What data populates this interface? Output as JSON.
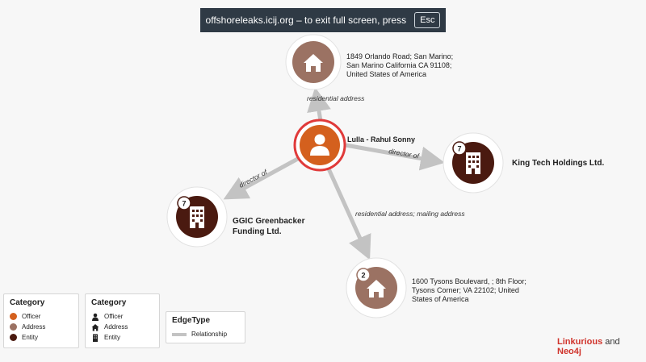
{
  "banner": {
    "text": "offshoreleaks.icij.org  –  to exit full screen, press",
    "key": "Esc"
  },
  "nodes": {
    "center": {
      "label": "Lulla - Rahul Sonny",
      "category": "Officer",
      "icon": "person-icon"
    },
    "top": {
      "label": "1849 Orlando Road; San Marino; San Marino California  CA 91108; United States of America",
      "category": "Address",
      "icon": "house-icon"
    },
    "right": {
      "label": "King Tech Holdings Ltd.",
      "category": "Entity",
      "icon": "building-icon",
      "badge": "7"
    },
    "left": {
      "label": "GGIC Greenbacker Funding Ltd.",
      "category": "Entity",
      "icon": "building-icon",
      "badge": "7"
    },
    "bottom": {
      "label": "1600 Tysons Boulevard, ; 8th Floor; Tysons Corner; VA 22102; United States of America",
      "category": "Address",
      "icon": "house-icon",
      "badge": "2"
    }
  },
  "edges": {
    "top": "residential address",
    "right": "director of",
    "left": "director of",
    "bottom": "residential address; mailing address"
  },
  "legend_color": {
    "title": "Category",
    "items": [
      {
        "label": "Officer",
        "color": "#d4601e"
      },
      {
        "label": "Address",
        "color": "#9b7263"
      },
      {
        "label": "Entity",
        "color": "#4a1a10"
      }
    ]
  },
  "legend_icon": {
    "title": "Category",
    "items": [
      {
        "label": "Officer",
        "icon": "person-icon"
      },
      {
        "label": "Address",
        "icon": "house-icon"
      },
      {
        "label": "Entity",
        "icon": "building-icon"
      }
    ]
  },
  "legend_edge": {
    "title": "EdgeType",
    "item": "Relationship"
  },
  "brand": {
    "part1": "Linkurious",
    "part2": "and",
    "part3": "Neo4j"
  },
  "colors": {
    "officer": "#d4601e",
    "address": "#9b7263",
    "entity": "#4a1a10",
    "edge": "#c3c3c3",
    "selected_ring": "#e03a3a"
  }
}
